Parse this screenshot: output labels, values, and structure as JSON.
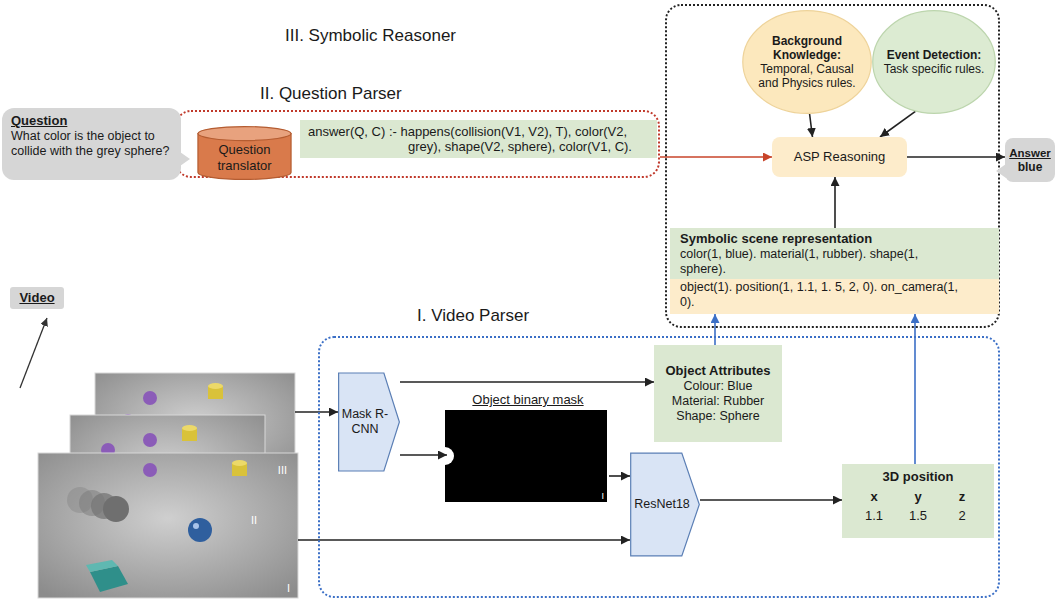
{
  "diagram": {
    "nodes": [
      {
        "text": [
          "III. Symbolic Reasoner"
        ]
      },
      {
        "text": [
          "Background Knowledge:",
          "Temporal, Causal and Physics rules."
        ],
        "in": 0
      },
      {
        "text": [
          "Event Detection:",
          "Task specific rules."
        ],
        "in": 0
      },
      {
        "text": [
          "ASP Reasoning"
        ],
        "in": 0
      },
      {
        "text": [
          "Symbolic scene representation",
          "color(1, blue). material(1, rubber). shape(1, sphere)."
        ],
        "in": 0
      },
      {
        "text": [
          "object(1). position(1, 1.1, 1. 5, 2, 0). on_camera(1, 0)."
        ],
        "in": 4
      },
      {
        "text": [
          "II. Question Parser"
        ]
      },
      {
        "text": [
          "Question",
          "What color is the object to collide with the grey sphere?"
        ]
      },
      {
        "text": [
          "Question translator"
        ],
        "in": 6
      },
      {
        "text": [
          "answer(Q, C) :- happens(collision(V1, V2), T), color(V2, grey), shape(V2, sphere), color(V1, C)."
        ],
        "in": 6
      },
      {
        "text": [
          "Answer",
          "blue"
        ]
      },
      {
        "text": [
          "Video"
        ]
      },
      {
        "text": [
          "I. Video Parser"
        ]
      },
      {
        "text": [
          "III"
        ]
      },
      {
        "text": [
          "II"
        ]
      },
      {
        "text": [
          "I"
        ]
      },
      {
        "text": [
          "Mask R-CNN"
        ],
        "in": 12
      },
      {
        "text": [
          "Object binary mask",
          "I"
        ],
        "in": 12
      },
      {
        "text": [
          "ResNet18"
        ],
        "in": 12
      },
      {
        "text": [
          "Object Attributes",
          "Colour: Blue",
          "Material: Rubber",
          "Shape: Sphere"
        ],
        "in": 12
      },
      {
        "text": [
          "3D position",
          "x",
          "y",
          "z",
          "1.1",
          "1.5",
          "2"
        ],
        "in": 12
      }
    ],
    "edges": [
      {
        "from": 6,
        "to": 3,
        "arrow": "to"
      },
      {
        "from": 1,
        "to": 3,
        "arrow": "to"
      },
      {
        "from": 2,
        "to": 3,
        "arrow": "to"
      },
      {
        "from": 4,
        "to": 3,
        "arrow": "to"
      },
      {
        "from": 3,
        "to": 10,
        "arrow": "to"
      },
      {
        "from": 13,
        "to": 16,
        "arrow": "to"
      },
      {
        "from": 15,
        "to": 18,
        "arrow": "to"
      },
      {
        "from": 16,
        "to": 19,
        "arrow": "to"
      },
      {
        "from": 16,
        "to": 17,
        "arrow": "to"
      },
      {
        "from": 17,
        "to": 18,
        "arrow": "to"
      },
      {
        "from": 18,
        "to": 20,
        "arrow": "to"
      },
      {
        "from": 19,
        "to": 4,
        "arrow": "to"
      },
      {
        "from": 20,
        "to": 4,
        "arrow": "to"
      }
    ]
  }
}
